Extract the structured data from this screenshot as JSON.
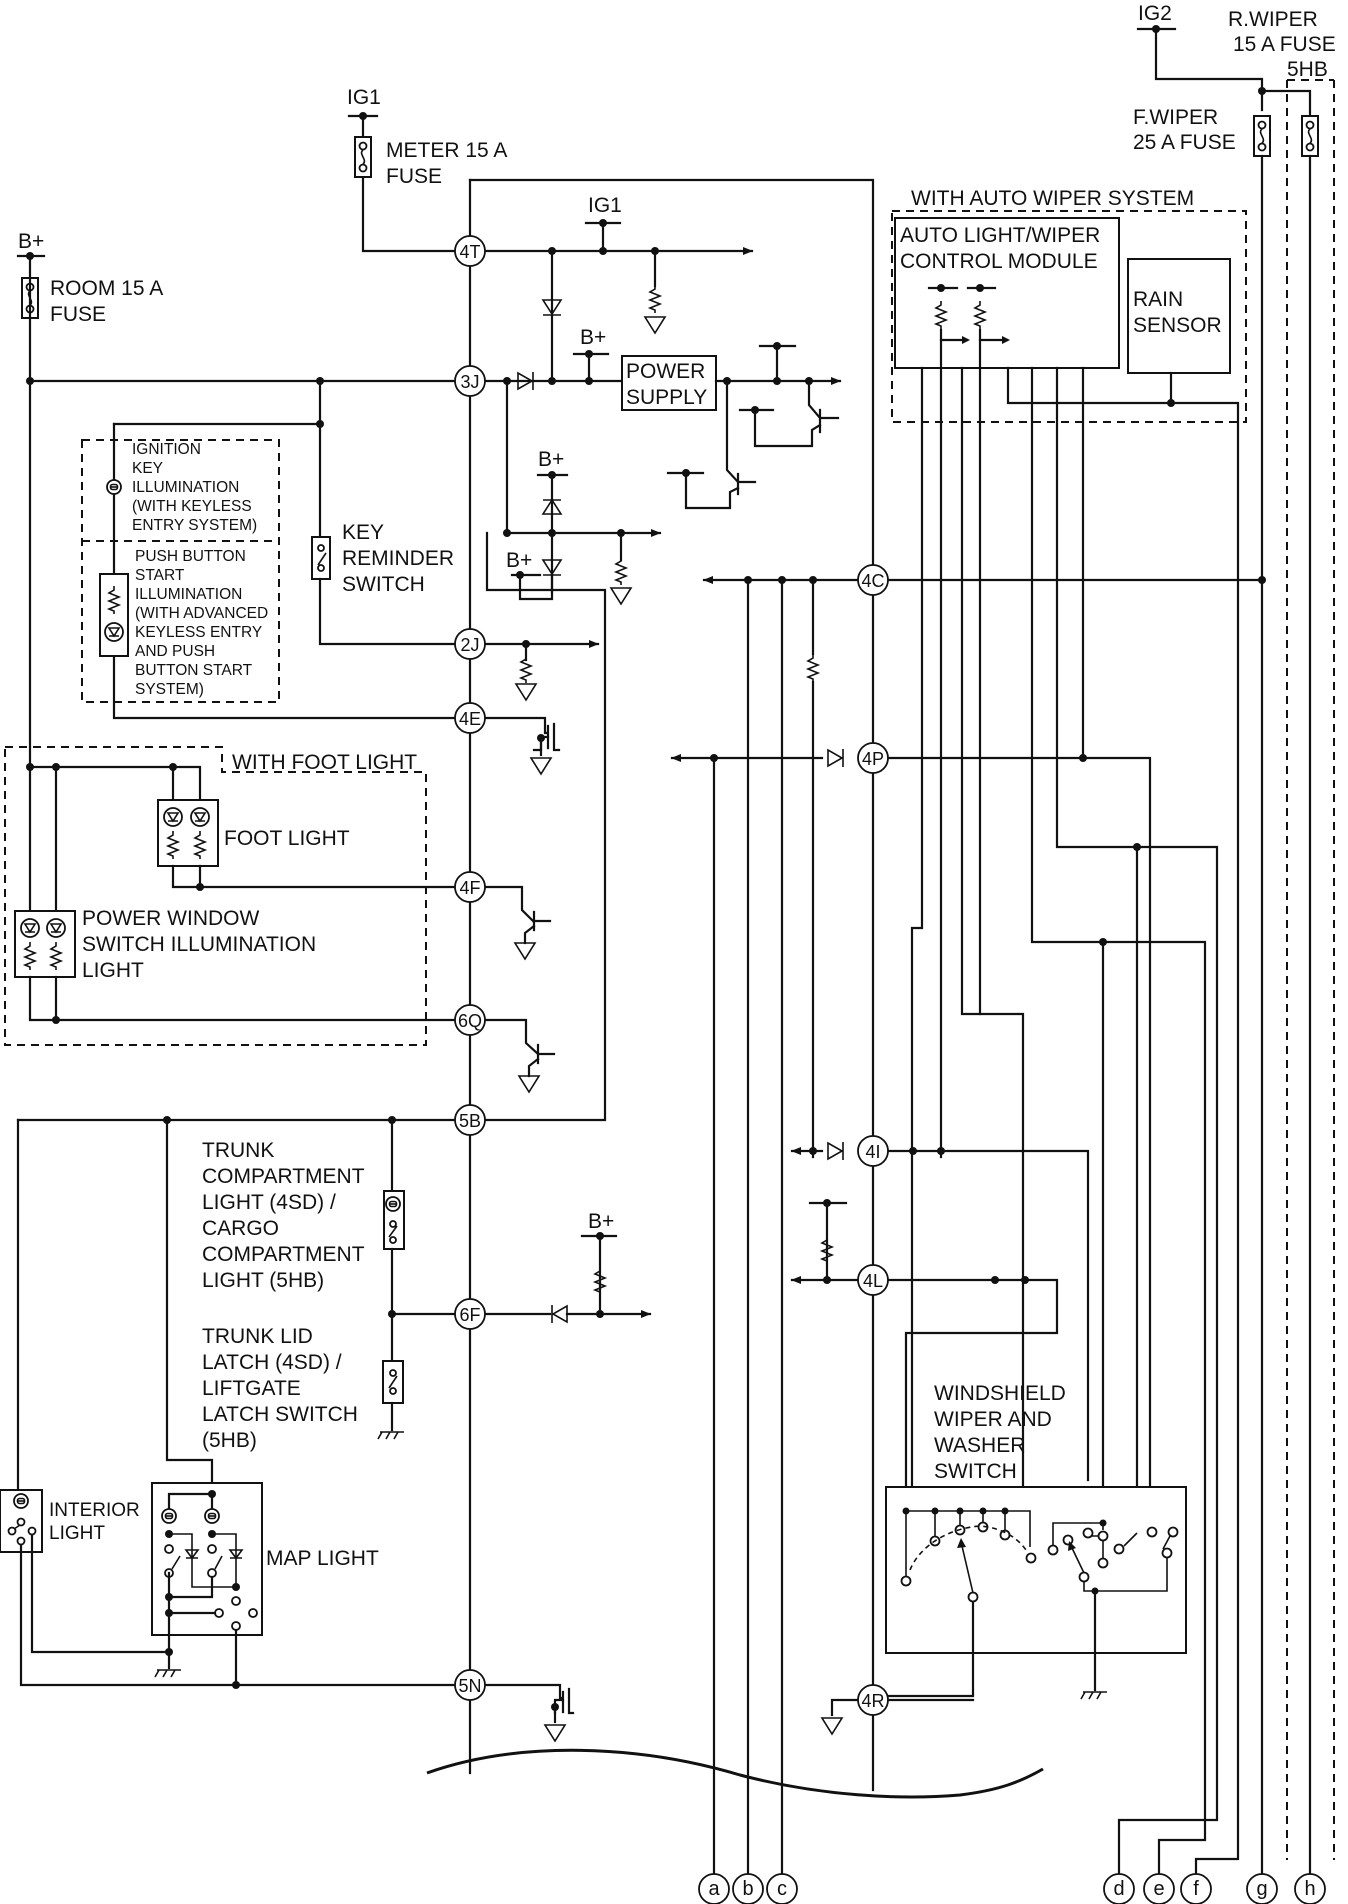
{
  "title": "Interior lighting and wiper control wiring diagram",
  "power_sources": {
    "ig2": "IG2",
    "ig1_top": "IG1",
    "ig1_mid": "IG1",
    "bplus_room": "B+",
    "bplus_1": "B+",
    "bplus_2": "B+",
    "bplus_3": "B+",
    "bplus_4": "B+"
  },
  "fuses": {
    "r_wiper": [
      "R.WIPER",
      "15 A FUSE"
    ],
    "r_wiper_variant": "5HB",
    "f_wiper": [
      "F.WIPER",
      "25 A FUSE"
    ],
    "meter": [
      "METER 15 A",
      "FUSE"
    ],
    "room": [
      "ROOM 15 A",
      "FUSE"
    ]
  },
  "groups": {
    "auto_wiper": "WITH AUTO WIPER SYSTEM",
    "foot_light": "WITH FOOT LIGHT"
  },
  "components": {
    "auto_light_module": [
      "AUTO LIGHT/WIPER",
      "CONTROL MODULE"
    ],
    "rain_sensor": [
      "RAIN",
      "SENSOR"
    ],
    "power_supply": [
      "POWER",
      "SUPPLY"
    ],
    "ignition_key_illum": [
      "IGNITION",
      "KEY",
      "ILLUMINATION",
      "(WITH KEYLESS",
      "ENTRY SYSTEM)"
    ],
    "push_button_illum": [
      "PUSH BUTTON",
      "START",
      "ILLUMINATION",
      "(WITH ADVANCED",
      "KEYLESS ENTRY",
      "AND PUSH",
      "BUTTON START",
      "SYSTEM)"
    ],
    "key_reminder": [
      "KEY",
      "REMINDER",
      "SWITCH"
    ],
    "foot_light": "FOOT LIGHT",
    "power_window_illum": [
      "POWER WINDOW",
      "SWITCH ILLUMINATION",
      "LIGHT"
    ],
    "trunk_light": [
      "TRUNK",
      "COMPARTMENT",
      "LIGHT (4SD) /",
      "CARGO",
      "COMPARTMENT",
      "LIGHT (5HB)"
    ],
    "trunk_latch": [
      "TRUNK LID",
      "LATCH (4SD) /",
      "LIFTGATE",
      "LATCH SWITCH",
      "(5HB)"
    ],
    "interior_light": [
      "INTERIOR",
      "LIGHT"
    ],
    "map_light": "MAP LIGHT",
    "wiper_switch": [
      "WINDSHIELD",
      "WIPER AND",
      "WASHER",
      "SWITCH"
    ]
  },
  "connectors": {
    "c4T": "4T",
    "c3J": "3J",
    "c2J": "2J",
    "c4E": "4E",
    "c4F": "4F",
    "c6Q": "6Q",
    "c5B": "5B",
    "c6F": "6F",
    "c5N": "5N",
    "c4C": "4C",
    "c4P": "4P",
    "c4I": "4I",
    "c4L": "4L",
    "c4R": "4R"
  },
  "terminals": [
    "a",
    "b",
    "c",
    "d",
    "e",
    "f",
    "g",
    "h"
  ]
}
